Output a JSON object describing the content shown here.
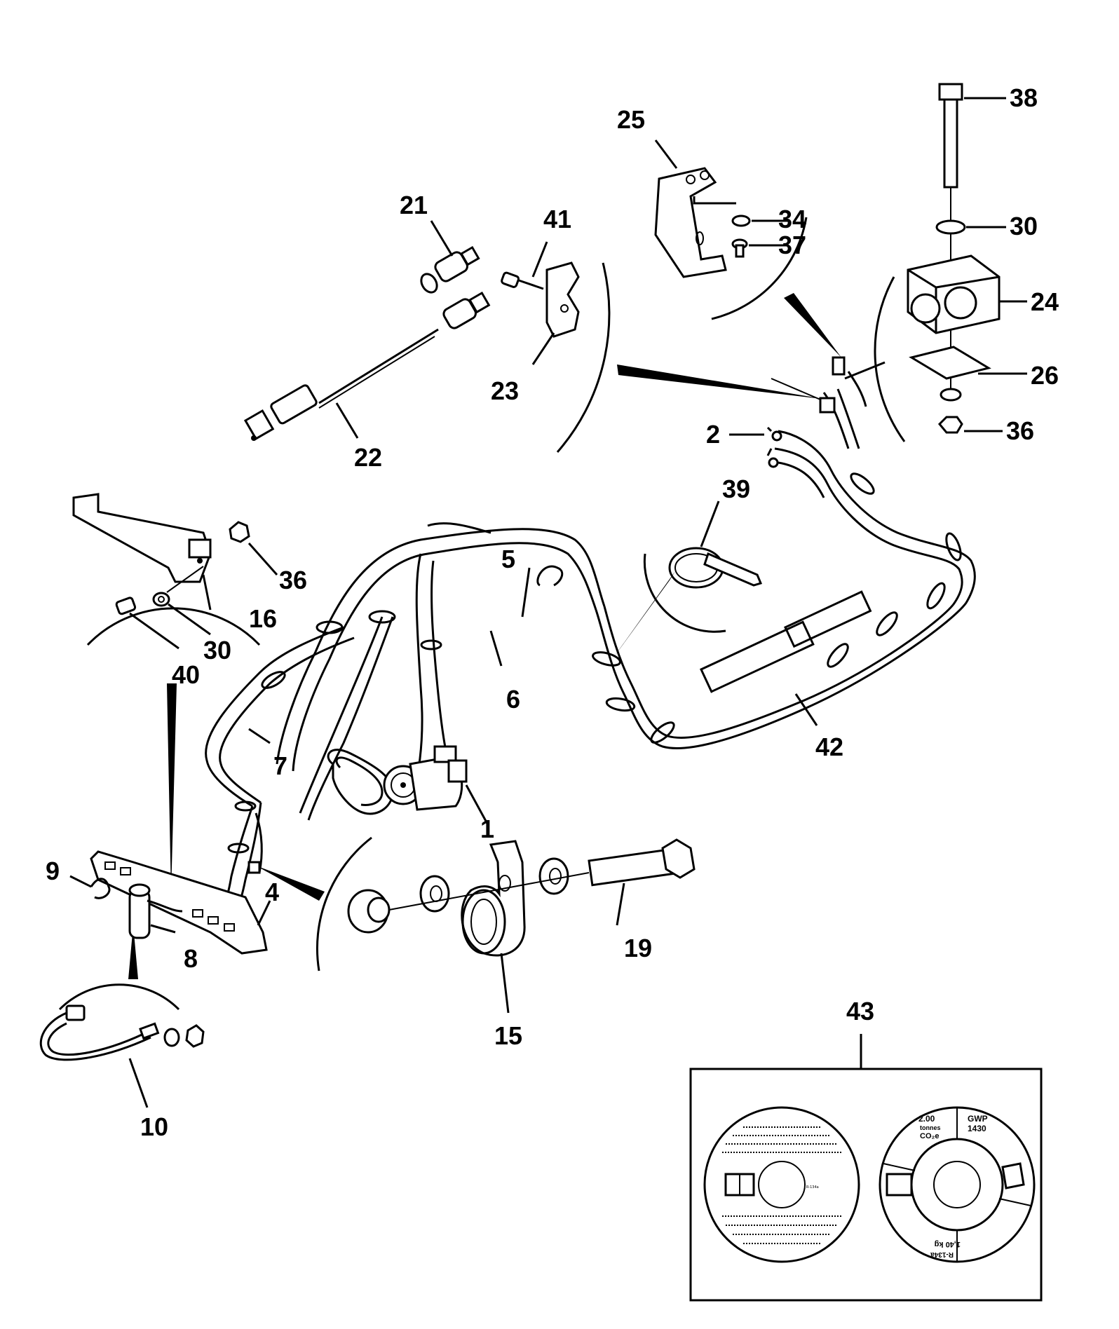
{
  "callouts": [
    {
      "id": "c1",
      "label": "1"
    },
    {
      "id": "c2",
      "label": "2"
    },
    {
      "id": "c4",
      "label": "4"
    },
    {
      "id": "c5",
      "label": "5"
    },
    {
      "id": "c6",
      "label": "6"
    },
    {
      "id": "c7",
      "label": "7"
    },
    {
      "id": "c8",
      "label": "8"
    },
    {
      "id": "c9",
      "label": "9"
    },
    {
      "id": "c10",
      "label": "10"
    },
    {
      "id": "c15",
      "label": "15"
    },
    {
      "id": "c16",
      "label": "16"
    },
    {
      "id": "c19",
      "label": "19"
    },
    {
      "id": "c21",
      "label": "21"
    },
    {
      "id": "c22",
      "label": "22"
    },
    {
      "id": "c23",
      "label": "23"
    },
    {
      "id": "c24",
      "label": "24"
    },
    {
      "id": "c25",
      "label": "25"
    },
    {
      "id": "c26",
      "label": "26"
    },
    {
      "id": "c30a",
      "label": "30"
    },
    {
      "id": "c30b",
      "label": "30"
    },
    {
      "id": "c34",
      "label": "34"
    },
    {
      "id": "c36a",
      "label": "36"
    },
    {
      "id": "c36b",
      "label": "36"
    },
    {
      "id": "c37",
      "label": "37"
    },
    {
      "id": "c38",
      "label": "38"
    },
    {
      "id": "c39",
      "label": "39"
    },
    {
      "id": "c40",
      "label": "40"
    },
    {
      "id": "c41",
      "label": "41"
    },
    {
      "id": "c42",
      "label": "42"
    },
    {
      "id": "c43",
      "label": "43"
    }
  ],
  "label_panel": {
    "refrigerant": "R-134a",
    "charge": "1,40 kg",
    "co2_value": "2.00",
    "co2_unit_line1": "tonnes",
    "co2_unit_line2": "CO₂e",
    "gwp_label": "GWP",
    "gwp_value": "1430"
  }
}
